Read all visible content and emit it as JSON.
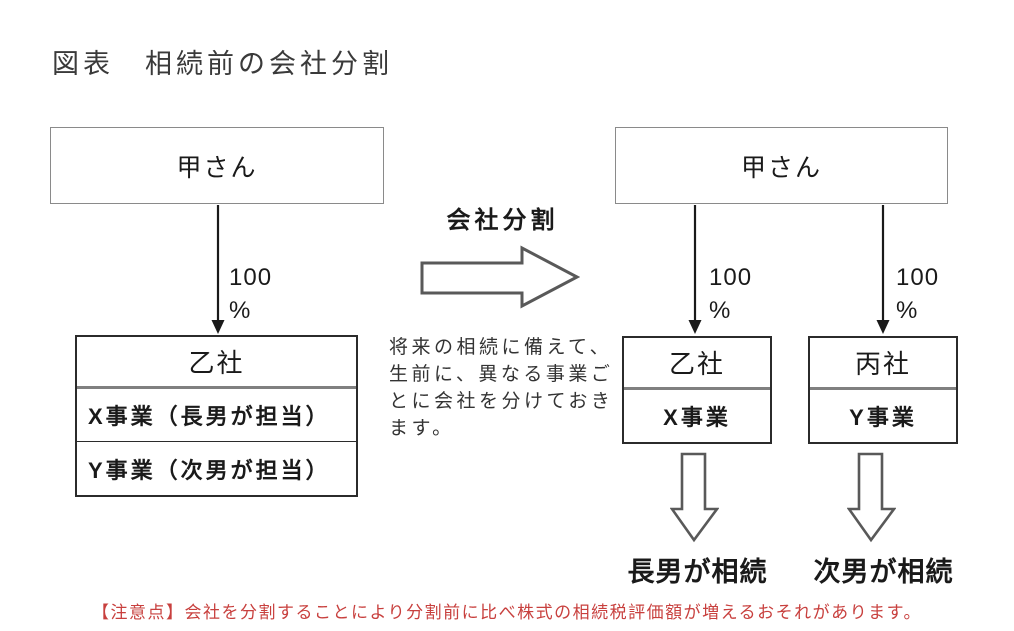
{
  "title": "図表　相続前の会社分割",
  "colors": {
    "note_red": "#C8403E",
    "hollow_arrow_outline": "#595959",
    "box_border_gray": "#8A8A8A",
    "table_border": "#2B2B2B",
    "text_dark": "#1A1A1A"
  },
  "before": {
    "owner": "甲さん",
    "ownership_value": "100",
    "ownership_unit": "%",
    "company_name": "乙社",
    "businesses": [
      "X事業（長男が担当）",
      "Y事業（次男が担当）"
    ]
  },
  "split": {
    "label": "会社分割",
    "description": "将来の相続に備えて、\n生前に、異なる事業ご\nとに会社を分けておき\nます。"
  },
  "after": {
    "owner": "甲さん",
    "companies": [
      {
        "name": "乙社",
        "business": "X事業",
        "ownership_value": "100",
        "ownership_unit": "%",
        "inheritor": "長男が相続"
      },
      {
        "name": "丙社",
        "business": "Y事業",
        "ownership_value": "100",
        "ownership_unit": "%",
        "inheritor": "次男が相続"
      }
    ]
  },
  "note": "【注意点】会社を分割することにより分割前に比べ株式の相続税評価額が増えるおそれがあります。"
}
